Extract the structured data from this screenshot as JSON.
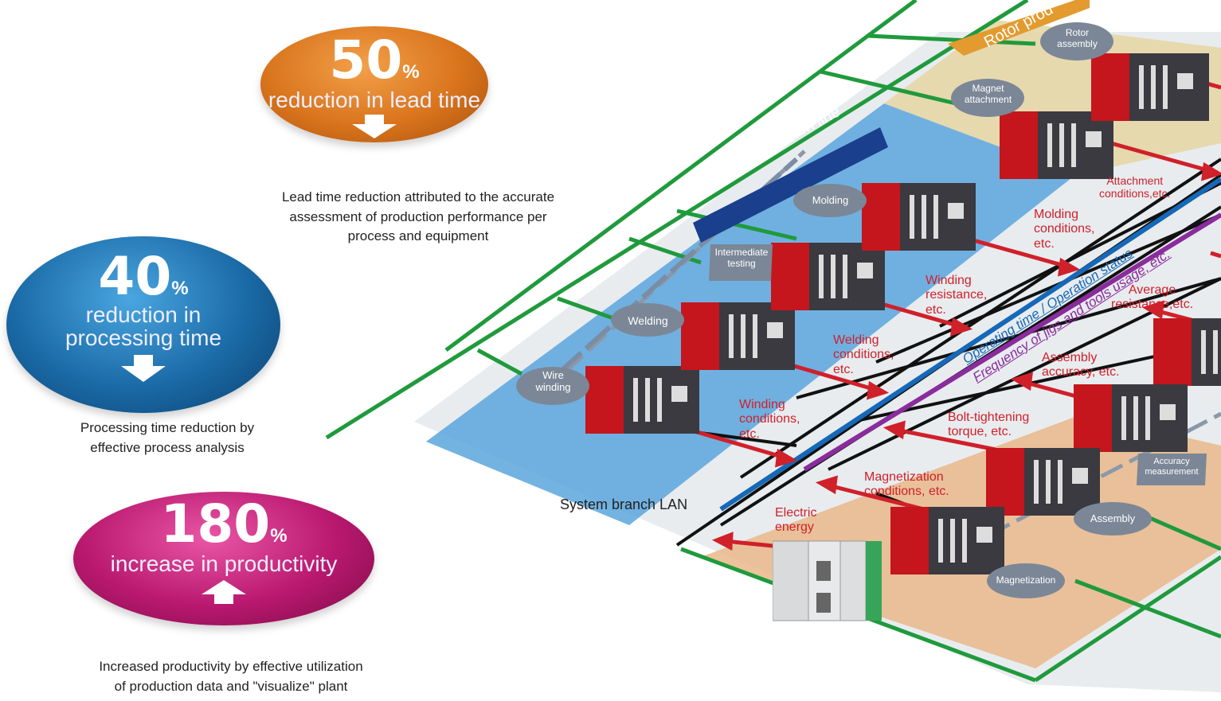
{
  "badges": {
    "lead": {
      "value": "50",
      "unit": "%",
      "caption": "reduction in lead time"
    },
    "processing": {
      "value": "40",
      "unit": "%",
      "caption_line1": "reduction in",
      "caption_line2": "processing time"
    },
    "productivity": {
      "value": "180",
      "unit": "%",
      "caption": "increase in productivity"
    }
  },
  "descriptions": {
    "lead": [
      "Lead time reduction attributed to the accurate",
      "assessment of production performance per",
      "process and equipment"
    ],
    "processing": [
      "Processing time reduction by",
      "effective process analysis"
    ],
    "productivity": [
      "Increased productivity by effective utilization",
      "of production data and \"visualize\" plant"
    ]
  },
  "lines": {
    "stator": "Stator production line",
    "rotor": "Rotor prod"
  },
  "processes": {
    "wire_winding": [
      "Wire",
      "winding"
    ],
    "welding": "Welding",
    "intermediate_testing": [
      "Intermediate",
      "testing"
    ],
    "molding": "Molding",
    "magnet_attachment": [
      "Magnet",
      "attachment"
    ],
    "rotor_assembly": [
      "Rotor",
      "assembly"
    ],
    "accuracy_measurement": [
      "Accuracy",
      "measurement"
    ],
    "assembly": "Assembly",
    "magnetization": "Magnetization"
  },
  "data_labels": {
    "winding_conditions": [
      "Winding",
      "conditions,",
      "etc."
    ],
    "welding_conditions": [
      "Welding",
      "conditions,",
      "etc."
    ],
    "winding_resistance": [
      "Winding",
      "resistance,",
      "etc."
    ],
    "molding_conditions": [
      "Molding",
      "conditions,",
      "etc."
    ],
    "attachment_conditions": [
      "Attachment",
      "conditions,etc."
    ],
    "average_resistance": [
      "Average",
      "resistance,etc."
    ],
    "assembly_accuracy": [
      "Assembly",
      "accuracy, etc."
    ],
    "bolt_tightening": [
      "Bolt-tightening",
      "torque, etc."
    ],
    "magnetization_conditions": [
      "Magnetization",
      "conditions, etc."
    ],
    "electric_energy": [
      "Electric",
      "energy"
    ]
  },
  "lan_label": "System branch LAN",
  "diagonal_labels": {
    "operating": "Operating time / Operation status",
    "frequency": "Frequency of jigs and tools usage, etc."
  },
  "colors": {
    "lead_badge": "#d9741c",
    "processing_badge": "#1a6aa6",
    "productivity_badge": "#b8186e",
    "stator_floor": "#5aa6dd",
    "rotor_floor": "#e6d7a6",
    "assembly_floor": "#e9b889",
    "network_green": "#1f9a3c",
    "data_red": "#d0202a",
    "plc_red": "#c4161c",
    "lan_blue": "#1668b8",
    "lan_purple": "#8a2c9c"
  }
}
